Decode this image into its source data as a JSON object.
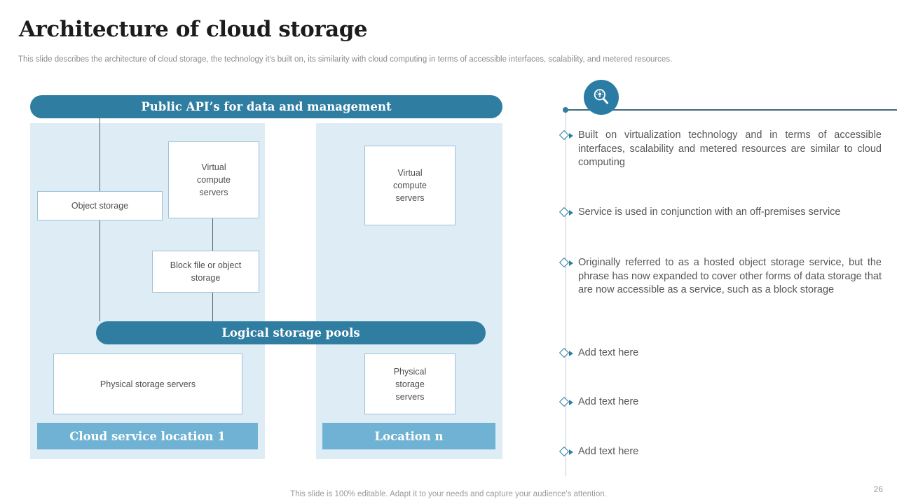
{
  "slide": {
    "title": "Architecture of cloud storage",
    "subtitle": "This slide describes the architecture of cloud storage, the technology it's built on, its similarity with cloud computing in terms of accessible interfaces, scalability, and metered resources.",
    "footer": "This slide is 100% editable. Adapt it to your needs and capture your audience's attention.",
    "page_number": "26"
  },
  "diagram": {
    "api_pill": "Public API’s for data and management",
    "logical_pill": "Logical storage pools",
    "location1": {
      "virtual_compute": "Virtual compute servers",
      "object_storage": "Object storage",
      "block_file": "Block file or object storage",
      "physical": "Physical storage servers",
      "banner": "Cloud service location 1"
    },
    "location_n": {
      "virtual_compute": "Virtual compute servers",
      "physical": "Physical storage servers",
      "banner": "Location n"
    }
  },
  "bullets": [
    "Built on virtualization technology and in terms of accessible interfaces, scalability and metered resources are similar to cloud computing",
    "Service is used in conjunction with an off-premises service",
    "Originally referred to as a hosted object storage service, but the phrase has now expanded to cover other forms of data storage that are now accessible as a service, such as a block storage",
    "Add text here",
    "Add text here",
    "Add text here"
  ],
  "icons": {
    "idea_search_icon": "magnifier-with-lightbulb"
  },
  "colors": {
    "accent_dark": "#2f7da1",
    "accent_medium": "#6fb2d3",
    "panel_light": "#ddecf5",
    "timeline_line": "#40687a"
  }
}
